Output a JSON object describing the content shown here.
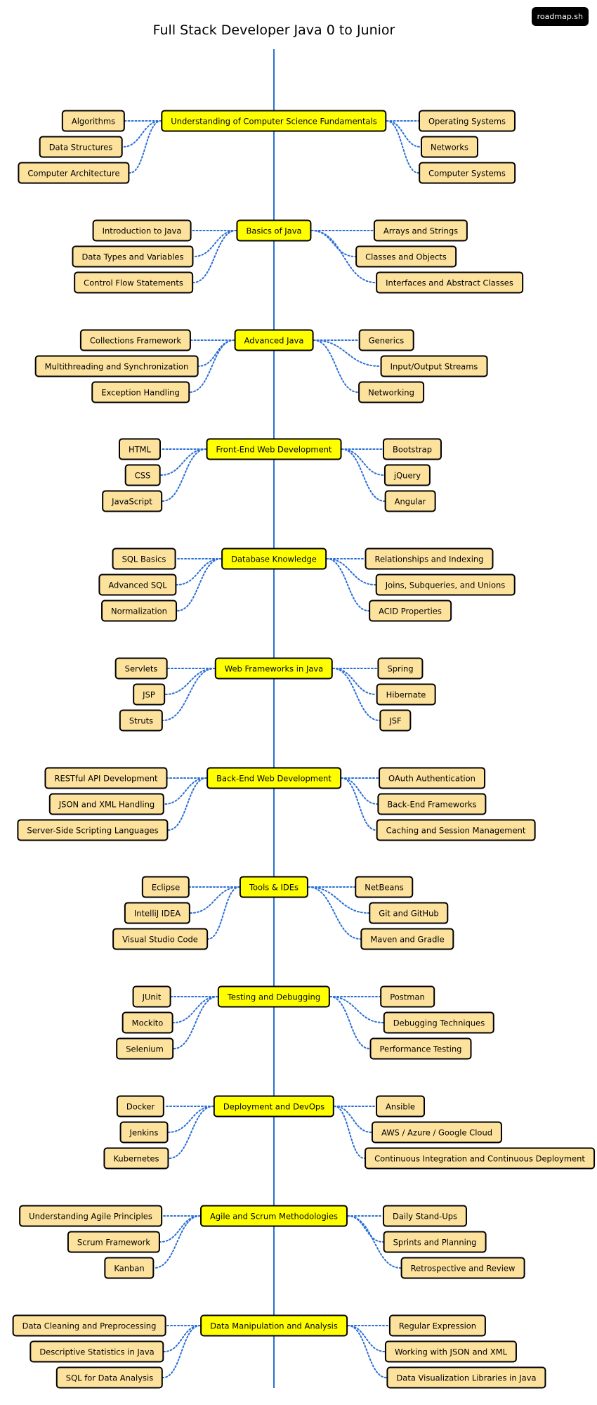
{
  "title": "Full Stack Developer Java 0 to Junior",
  "badge": "roadmap.sh",
  "colors": {
    "main_fill": "#ffff00",
    "sub_fill": "#fde29e",
    "spine": "#2b6fd6",
    "connector": "#2b6fd6"
  },
  "sections": [
    {
      "title": "Understanding of Computer Science Fundamentals",
      "left": [
        "Algorithms",
        "Data Structures",
        "Computer Architecture"
      ],
      "right": [
        "Operating Systems",
        "Networks",
        "Computer Systems"
      ]
    },
    {
      "title": "Basics of Java",
      "left": [
        "Introduction to Java",
        "Data Types and Variables",
        "Control Flow Statements"
      ],
      "right": [
        "Arrays and Strings",
        "Classes and Objects",
        "Interfaces and Abstract Classes"
      ]
    },
    {
      "title": "Advanced Java",
      "left": [
        "Collections Framework",
        "Multithreading and Synchronization",
        "Exception Handling"
      ],
      "right": [
        "Generics",
        "Input/Output Streams",
        "Networking"
      ]
    },
    {
      "title": "Front-End Web Development",
      "left": [
        "HTML",
        "CSS",
        "JavaScript"
      ],
      "right": [
        "Bootstrap",
        "jQuery",
        "Angular"
      ]
    },
    {
      "title": "Database Knowledge",
      "left": [
        "SQL Basics",
        "Advanced SQL",
        "Normalization"
      ],
      "right": [
        "Relationships and Indexing",
        "Joins, Subqueries, and Unions",
        "ACID Properties"
      ]
    },
    {
      "title": "Web Frameworks in Java",
      "left": [
        "Servlets",
        "JSP",
        "Struts"
      ],
      "right": [
        "Spring",
        "Hibernate",
        "JSF"
      ]
    },
    {
      "title": "Back-End Web Development",
      "left": [
        "RESTful API Development",
        "JSON and XML Handling",
        "Server-Side Scripting Languages"
      ],
      "right": [
        "OAuth Authentication",
        "Back-End Frameworks",
        "Caching and Session Management"
      ]
    },
    {
      "title": "Tools & IDEs",
      "left": [
        "Eclipse",
        "IntelliJ IDEA",
        "Visual Studio Code"
      ],
      "right": [
        "NetBeans",
        "Git and GitHub",
        "Maven and Gradle"
      ]
    },
    {
      "title": "Testing and Debugging",
      "left": [
        "JUnit",
        "Mockito",
        "Selenium"
      ],
      "right": [
        "Postman",
        "Debugging Techniques",
        "Performance Testing"
      ]
    },
    {
      "title": "Deployment and DevOps",
      "left": [
        "Docker",
        "Jenkins",
        "Kubernetes"
      ],
      "right": [
        "Ansible",
        "AWS / Azure / Google Cloud",
        "Continuous Integration and Continuous Deployment"
      ]
    },
    {
      "title": "Agile and Scrum Methodologies",
      "left": [
        "Understanding Agile Principles",
        "Scrum Framework",
        "Kanban"
      ],
      "right": [
        "Daily Stand-Ups",
        "Sprints and Planning",
        "Retrospective and Review"
      ]
    },
    {
      "title": "Data Manipulation and Analysis",
      "left": [
        "Data Cleaning and Preprocessing",
        "Descriptive Statistics in Java",
        "SQL for Data Analysis"
      ],
      "right": [
        "Regular Expression",
        "Working with JSON and XML",
        "Data Visualization Libraries in Java"
      ]
    }
  ]
}
